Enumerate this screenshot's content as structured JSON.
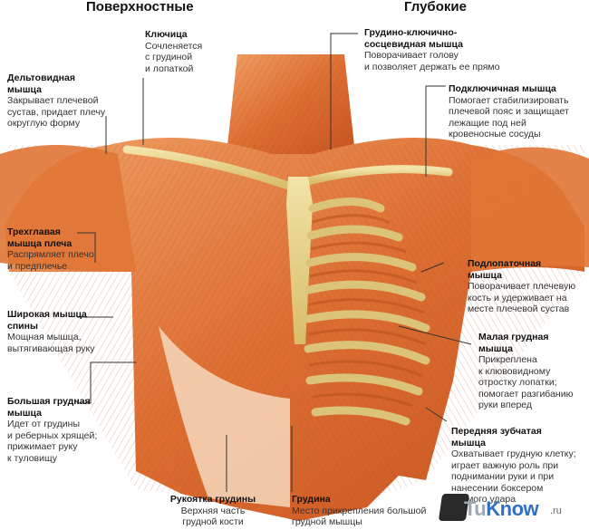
{
  "headings": {
    "superficial": "Поверхностные",
    "deep": "Глубокие"
  },
  "labels": {
    "clavicle": {
      "title": "Ключица",
      "desc": "Сочленяется\nс грудиной\nи лопаткой"
    },
    "deltoid": {
      "title": "Дельтовидная\nмышца",
      "desc": "Закрывает плечевой\nсустав, придает плечу\nокруглую форму"
    },
    "triceps": {
      "title": "Трехглавая\nмышца плеча",
      "desc": "Распрямляет плечо\nи предплечье"
    },
    "latissimus": {
      "title": "Широкая мышца\nспины",
      "desc": "Мощная мышца,\nвытягивающая руку"
    },
    "pec_major": {
      "title": "Большая грудная\nмышца",
      "desc": "Идет от грудины\nи реберных хрящей;\nприжимает руку\nк туловищу"
    },
    "manubrium": {
      "title": "Рукоятка грудины",
      "desc": "Верхняя часть\nгрудной кости"
    },
    "sternum": {
      "title": "Грудина",
      "desc": "Место прикрепления большой\nгрудной мышцы"
    },
    "scm": {
      "title": "Грудино-ключично-\nсосцевидная мышца",
      "desc": "Поворачивает голову\nи позволяет держать ее прямо"
    },
    "subclavius": {
      "title": "Подключичная мышца",
      "desc": "Помогает стабилизировать\nплечевой пояс и защищает\nлежащие под ней\nкровеносные сосуды"
    },
    "subscapularis": {
      "title": "Подлопаточная\nмышца",
      "desc": "Поворачивает плечевую\nкость и удерживает на\nместе плечевой сустав"
    },
    "pec_minor": {
      "title": "Малая грудная\nмышца",
      "desc": "Прикреплена\nк клювовидному\nотростку лопатки;\nпомогает разгибанию\nруки вперед"
    },
    "serratus": {
      "title": "Передняя зубчатая\nмышца",
      "desc": "Охватывает грудную клетку;\nиграет важную роль при\nподнимании руки и при\nнанесении боксером\nпрямого удара"
    }
  },
  "logo": {
    "brand_a": "Tu",
    "brand_b": "Know",
    "tld": ".ru"
  },
  "colors": {
    "muscle": "#d9642a",
    "muscle_light": "#ef9a5c",
    "bone": "#e8d48a",
    "line": "#333333"
  }
}
